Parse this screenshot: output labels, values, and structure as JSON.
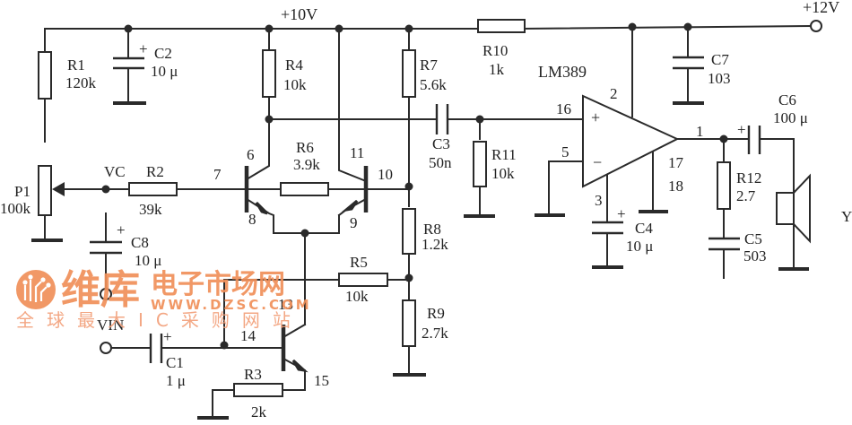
{
  "diagram": {
    "type": "circuit-schematic",
    "ic": {
      "name": "LM389",
      "pins": [
        "16",
        "2",
        "5",
        "3",
        "1",
        "17",
        "18"
      ],
      "plus_sign": "+",
      "minus_sign": "−"
    },
    "rails": {
      "v10": "+10V",
      "v12": "+12V"
    },
    "nodes": {
      "vc": "VC",
      "vin": "VIN",
      "speaker": "Y"
    },
    "transistor_pins": [
      "6",
      "7",
      "8",
      "11",
      "10",
      "9",
      "13",
      "14",
      "15"
    ],
    "resistors": [
      {
        "ref": "R1",
        "value": "120k"
      },
      {
        "ref": "R2",
        "value": "39k"
      },
      {
        "ref": "R3",
        "value": "2k"
      },
      {
        "ref": "R4",
        "value": "10k"
      },
      {
        "ref": "R5",
        "value": "10k"
      },
      {
        "ref": "R6",
        "value": "3.9k"
      },
      {
        "ref": "R7",
        "value": "5.6k"
      },
      {
        "ref": "R8",
        "value": "1.2k"
      },
      {
        "ref": "R9",
        "value": "2.7k"
      },
      {
        "ref": "R10",
        "value": "1k"
      },
      {
        "ref": "R11",
        "value": "10k"
      },
      {
        "ref": "R12",
        "value": "2.7"
      }
    ],
    "potentiometer": {
      "ref": "P1",
      "value": "100k"
    },
    "capacitors": [
      {
        "ref": "C1",
        "value": "1 μ"
      },
      {
        "ref": "C2",
        "value": "10 μ"
      },
      {
        "ref": "C3",
        "value": "50n"
      },
      {
        "ref": "C4",
        "value": "10 μ"
      },
      {
        "ref": "C5",
        "value": "503"
      },
      {
        "ref": "C6",
        "value": "100 μ"
      },
      {
        "ref": "C7",
        "value": "103"
      },
      {
        "ref": "C8",
        "value": "10 μ"
      }
    ],
    "polarity_mark": "+"
  },
  "watermark": {
    "brand": "维库",
    "tagline": "电子市场网",
    "url": "WWW.DZSC.COM",
    "slogan": "全球最大IC采购网站",
    "tm": "TM",
    "color": "#f0905a"
  }
}
